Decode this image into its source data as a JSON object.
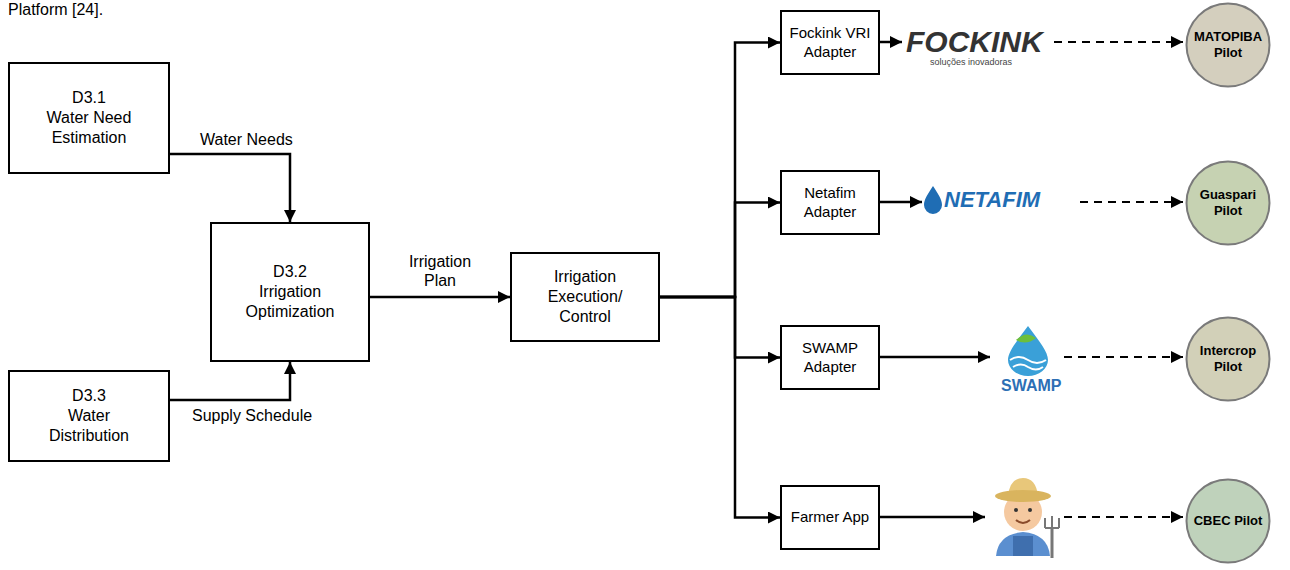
{
  "diagram": {
    "nodes": [
      {
        "text": [
          "D3.1",
          "Water Need Estimation"
        ]
      },
      {
        "text": [
          "D3.3",
          "Water Distribution"
        ]
      },
      {
        "text": [
          "D3.2",
          "Irrigation Optimization"
        ]
      },
      {
        "text": [
          "Irrigation Execution/ Control"
        ]
      },
      {
        "text": [
          "Fockink VRI Adapter"
        ]
      },
      {
        "text": [
          "Netafim Adapter"
        ]
      },
      {
        "text": [
          "SWAMP Adapter"
        ]
      },
      {
        "text": [
          "Farmer App"
        ]
      },
      {
        "text": [
          "MATOPIBA Pilot"
        ]
      },
      {
        "text": [
          "Guaspari Pilot"
        ]
      },
      {
        "text": [
          "Intercrop Pilot"
        ]
      },
      {
        "text": [
          "CBEC Pilot"
        ]
      }
    ],
    "edges": [
      {
        "from": 0,
        "to": 2,
        "label": "Water Needs",
        "arrow": "to"
      },
      {
        "from": 1,
        "to": 2,
        "label": "Supply Schedule",
        "arrow": "to"
      },
      {
        "from": 2,
        "to": 3,
        "label": "Irrigation Plan",
        "arrow": "to"
      },
      {
        "from": 3,
        "to": 4,
        "arrow": "to"
      },
      {
        "from": 3,
        "to": 5,
        "arrow": "to"
      },
      {
        "from": 3,
        "to": 6,
        "arrow": "to"
      },
      {
        "from": 3,
        "to": 7,
        "arrow": "to"
      }
    ],
    "labels": [
      "Platform [24].",
      "FOCKINK",
      "soluções inovadoras",
      "NETAFIM",
      "SWAMP"
    ]
  }
}
